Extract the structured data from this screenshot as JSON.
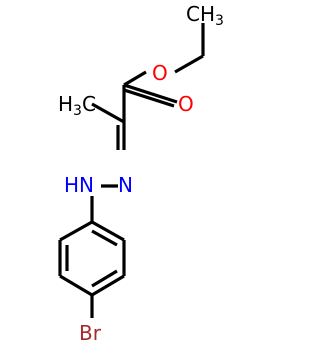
{
  "atoms": {
    "ch3_top": {
      "main": "CH",
      "sub": "3"
    },
    "ch3_left": {
      "main": "H",
      "sub": "3",
      "tail": "C"
    },
    "o_ether": {
      "text": "O"
    },
    "o_carbonyl": {
      "text": "O"
    },
    "hn": {
      "text": "HN"
    },
    "n": {
      "text": "N"
    },
    "br": {
      "text": "Br"
    }
  },
  "colors": {
    "bond": "#000000",
    "oxygen": "#ff0000",
    "nitrogen": "#0000ff",
    "bromine": "#a52a2a"
  }
}
